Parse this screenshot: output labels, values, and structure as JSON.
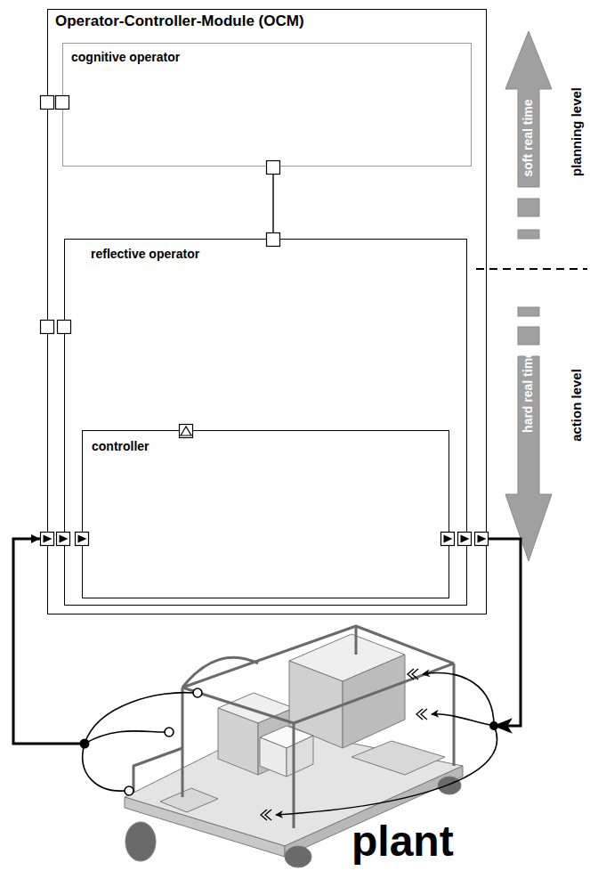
{
  "diagram": {
    "nodes": [
      {
        "text": [
          "Operator-Controller-Module (OCM)"
        ]
      },
      {
        "text": [
          "cognitive operator"
        ],
        "in": 0
      },
      {
        "text": [
          "reflective operator"
        ],
        "in": 0
      },
      {
        "text": [
          "controller"
        ],
        "in": 2
      },
      {
        "text": [
          "plant"
        ]
      }
    ],
    "edges": [
      {
        "from": 1,
        "to": 2,
        "arrow": "none"
      },
      {
        "from": 4,
        "to": 0,
        "arrow": "to"
      },
      {
        "from": 0,
        "to": 4,
        "arrow": "to"
      }
    ],
    "labels": [
      "soft real time",
      "planning level",
      "hard real time",
      "action level"
    ]
  }
}
